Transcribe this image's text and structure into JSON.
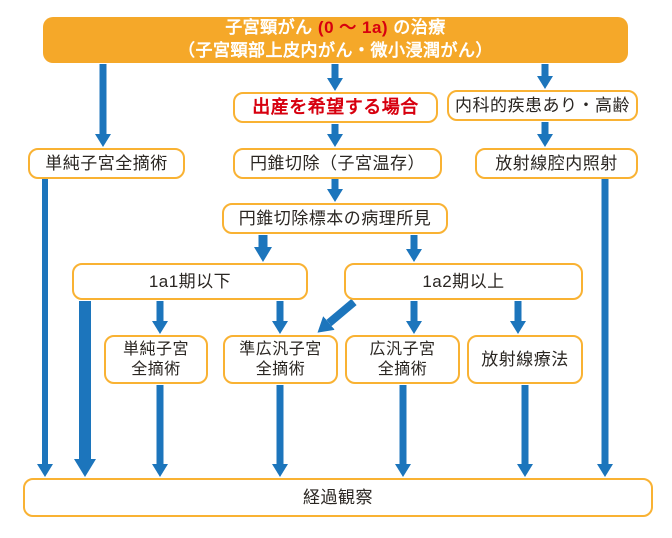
{
  "colors": {
    "banner_fill": "#F5A829",
    "box_border": "#F9B233",
    "arrow_blue": "#1C75BC",
    "red_text": "#D7000F",
    "dark_text": "#2A2622"
  },
  "banner": {
    "title_prefix": "子宮頸がん ",
    "title_highlight": "(0 ～ 1a)",
    "title_suffix": " の治療",
    "subtitle": "（子宮頸部上皮内がん・微小浸潤がん）"
  },
  "nodes": {
    "birth_wish": "出産を希望する場合",
    "medical_elderly": "内科的疾患あり・高齢",
    "simple_total_left": "単純子宮全摘術",
    "conization": "円錐切除（子宮温存）",
    "intracavitary_radiation": "放射線腔内照射",
    "pathology": "円錐切除標本の病理所見",
    "stage_1a1": "1a1期以下",
    "stage_1a2": "1a2期以上",
    "simple_total": "単純子宮\n全摘術",
    "semi_radical": "準広汎子宮\n全摘術",
    "radical": "広汎子宮\n全摘術",
    "radiotherapy": "放射線療法",
    "follow_up": "経過観察"
  }
}
